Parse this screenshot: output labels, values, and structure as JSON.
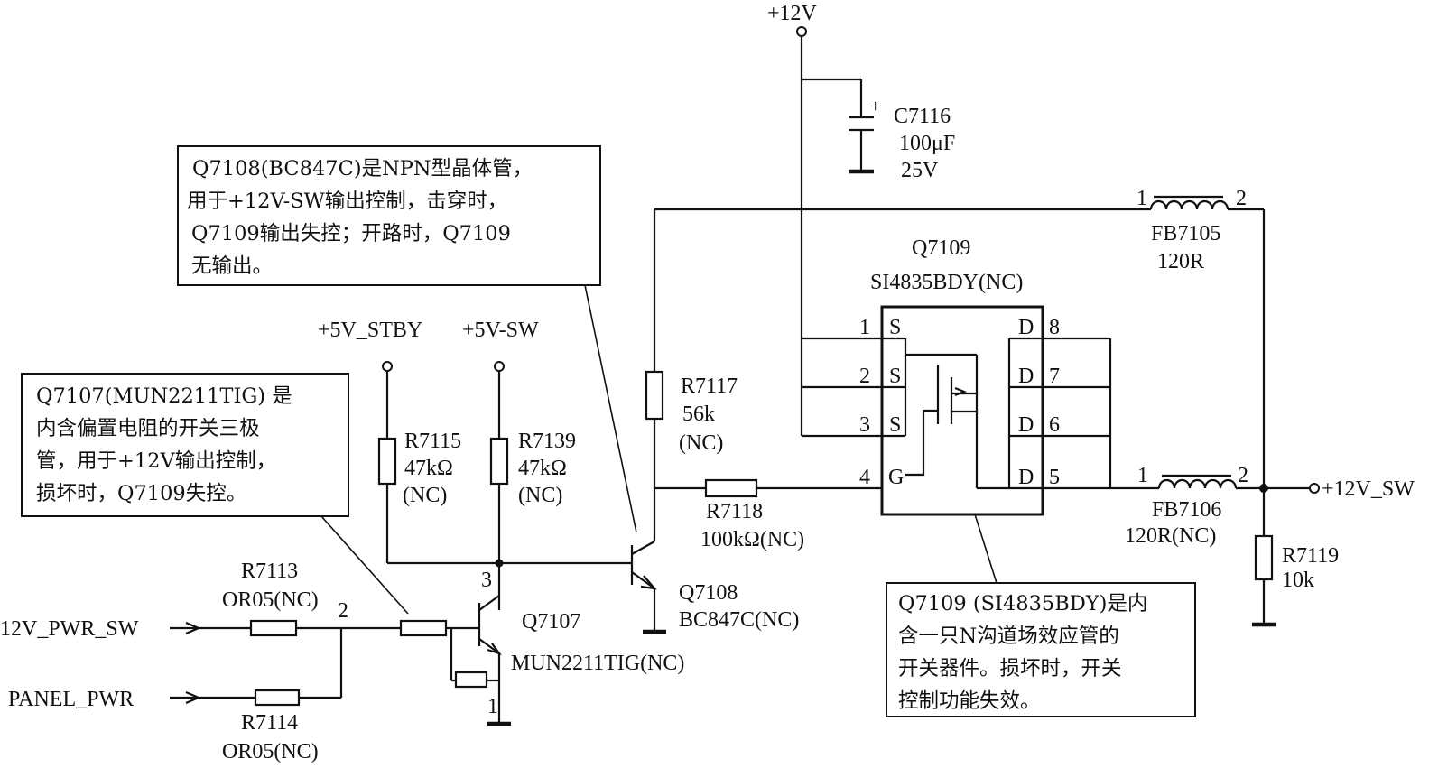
{
  "rails": {
    "p12v": "+12V",
    "p5v_stby": "+5V_STBY",
    "p5v_sw": "+5V-SW",
    "p12v_sw": "+12V_SW"
  },
  "inputs": {
    "pwr_sw": "12V_PWR_SW",
    "panel_pwr": "PANEL_PWR"
  },
  "components": {
    "c7116": {
      "ref": "C7116",
      "value": "100μF",
      "rating": "25V"
    },
    "fb7105": {
      "ref": "FB7105",
      "value": "120R",
      "pin1": "1",
      "pin2": "2"
    },
    "fb7106": {
      "ref": "FB7106",
      "value": "120R(NC)",
      "pin1": "1",
      "pin2": "2"
    },
    "q7109": {
      "ref": "Q7109",
      "part": "SI4835BDY(NC)",
      "pins": [
        {
          "num": "1",
          "name": "S"
        },
        {
          "num": "2",
          "name": "S"
        },
        {
          "num": "3",
          "name": "S"
        },
        {
          "num": "4",
          "name": "G"
        },
        {
          "num": "5",
          "name": "D"
        },
        {
          "num": "6",
          "name": "D"
        },
        {
          "num": "7",
          "name": "D"
        },
        {
          "num": "8",
          "name": "D"
        }
      ]
    },
    "r7117": {
      "ref": "R7117",
      "value": "56k",
      "note": "(NC)"
    },
    "r7118": {
      "ref": "R7118",
      "value": "100kΩ(NC)"
    },
    "r7115": {
      "ref": "R7115",
      "value": "47kΩ",
      "note": "(NC)"
    },
    "r7139": {
      "ref": "R7139",
      "value": "47kΩ",
      "note": "(NC)"
    },
    "r7119": {
      "ref": "R7119",
      "value": "10k"
    },
    "q7108": {
      "ref": "Q7108",
      "part": "BC847C(NC)"
    },
    "q7107": {
      "ref": "Q7107",
      "part": "MUN2211TIG(NC)",
      "pin3": "3",
      "pin1": "1"
    },
    "r7113": {
      "ref": "R7113",
      "value": "OR05(NC)"
    },
    "r7114": {
      "ref": "R7114",
      "value": "OR05(NC)"
    },
    "node2": "2"
  },
  "callouts": {
    "q7108": [
      "Q7108(BC847C)是NPN型晶体管，",
      "用于+12V-SW输出控制，击穿时，",
      "Q7109输出失控；开路时，Q7109",
      "无输出。"
    ],
    "q7107": [
      "Q7107(MUN2211TIG) 是",
      "内含偏置电阻的开关三极",
      "管，用于+12V输出控制，",
      "损坏时，Q7109失控。"
    ],
    "q7109": [
      "Q7109 (SI4835BDY)是内",
      "含一只N沟道场效应管的",
      "开关器件。损坏时，开关",
      "控制功能失效。"
    ]
  }
}
